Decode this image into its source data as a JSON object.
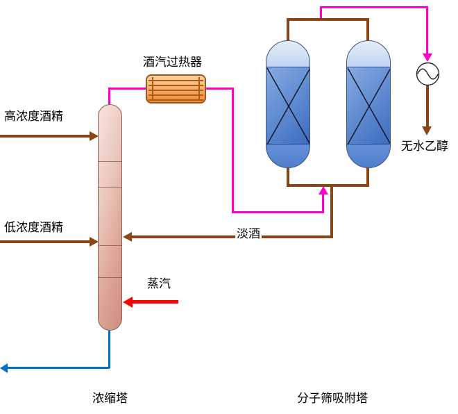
{
  "labels": {
    "high_concentration_alcohol": "高浓度酒精",
    "low_concentration_alcohol": "低浓度酒精",
    "steam": "蒸汽",
    "weak_alcohol": "淡酒",
    "anhydrous_ethanol": "无水乙醇",
    "vapor_superheater": "酒汽过热器",
    "concentration_tower": "浓缩塔",
    "molecular_sieve_tower": "分子筛吸附塔"
  },
  "colors": {
    "alcohol_feed_line": "#8b4513",
    "vapor_line": "#ff00cc",
    "steam_line": "#ff0000",
    "water_outlet_line": "#0070c0",
    "concentration_tower_fill": "#d99b8c",
    "sieve_tower_fill": "#5585cc",
    "superheater_fill": "#ea8c35"
  }
}
